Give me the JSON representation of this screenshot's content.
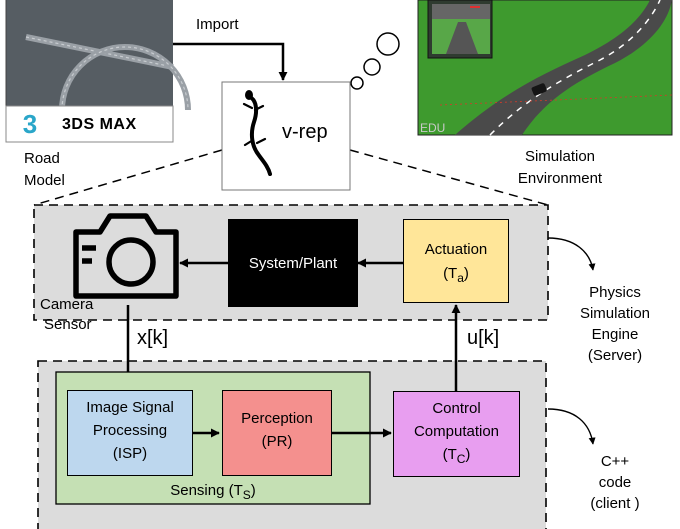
{
  "import_label": "Import",
  "road_model": {
    "line1": "Road",
    "line2": "Model",
    "software_name": "3DS MAX"
  },
  "vrep_logo_text": "v-rep",
  "simulation_environment": {
    "line1": "Simulation",
    "line2": "Environment",
    "watermark": "EDU"
  },
  "physics_engine": {
    "line1": "Physics",
    "line2": "Simulation",
    "line3": "Engine",
    "line4": "(Server)"
  },
  "client_code": {
    "line1": "C++",
    "line2": "code",
    "line3": "(client )"
  },
  "camera_sensor": {
    "line1": "Camera",
    "line2": "Sensor"
  },
  "system_plant": "System/Plant",
  "actuation": {
    "label": "Actuation",
    "param_base": "(T",
    "param_sub": "a",
    "param_close": ")"
  },
  "signal_x": "x[k]",
  "signal_u": "u[k]",
  "isp": {
    "line1": "Image Signal",
    "line2": "Processing",
    "line3": "(ISP)"
  },
  "perception": {
    "line1": "Perception",
    "line2": "(PR)"
  },
  "control": {
    "line1": "Control",
    "line2": "Computation",
    "param_base": "(T",
    "param_sub": "C",
    "param_close": ")"
  },
  "sensing": {
    "base": "Sensing (T",
    "sub": "S",
    "close": ")"
  },
  "colors": {
    "system_plant_fill": "#000000",
    "actuation_fill": "#ffe699",
    "isp_fill": "#bdd7ee",
    "perception_fill": "#f4908e",
    "control_fill": "#e89ef0",
    "sensing_fill": "#c5e0b4",
    "region_fill": "#dcdcdc",
    "thumbnail_grass": "#3e9a2e"
  }
}
